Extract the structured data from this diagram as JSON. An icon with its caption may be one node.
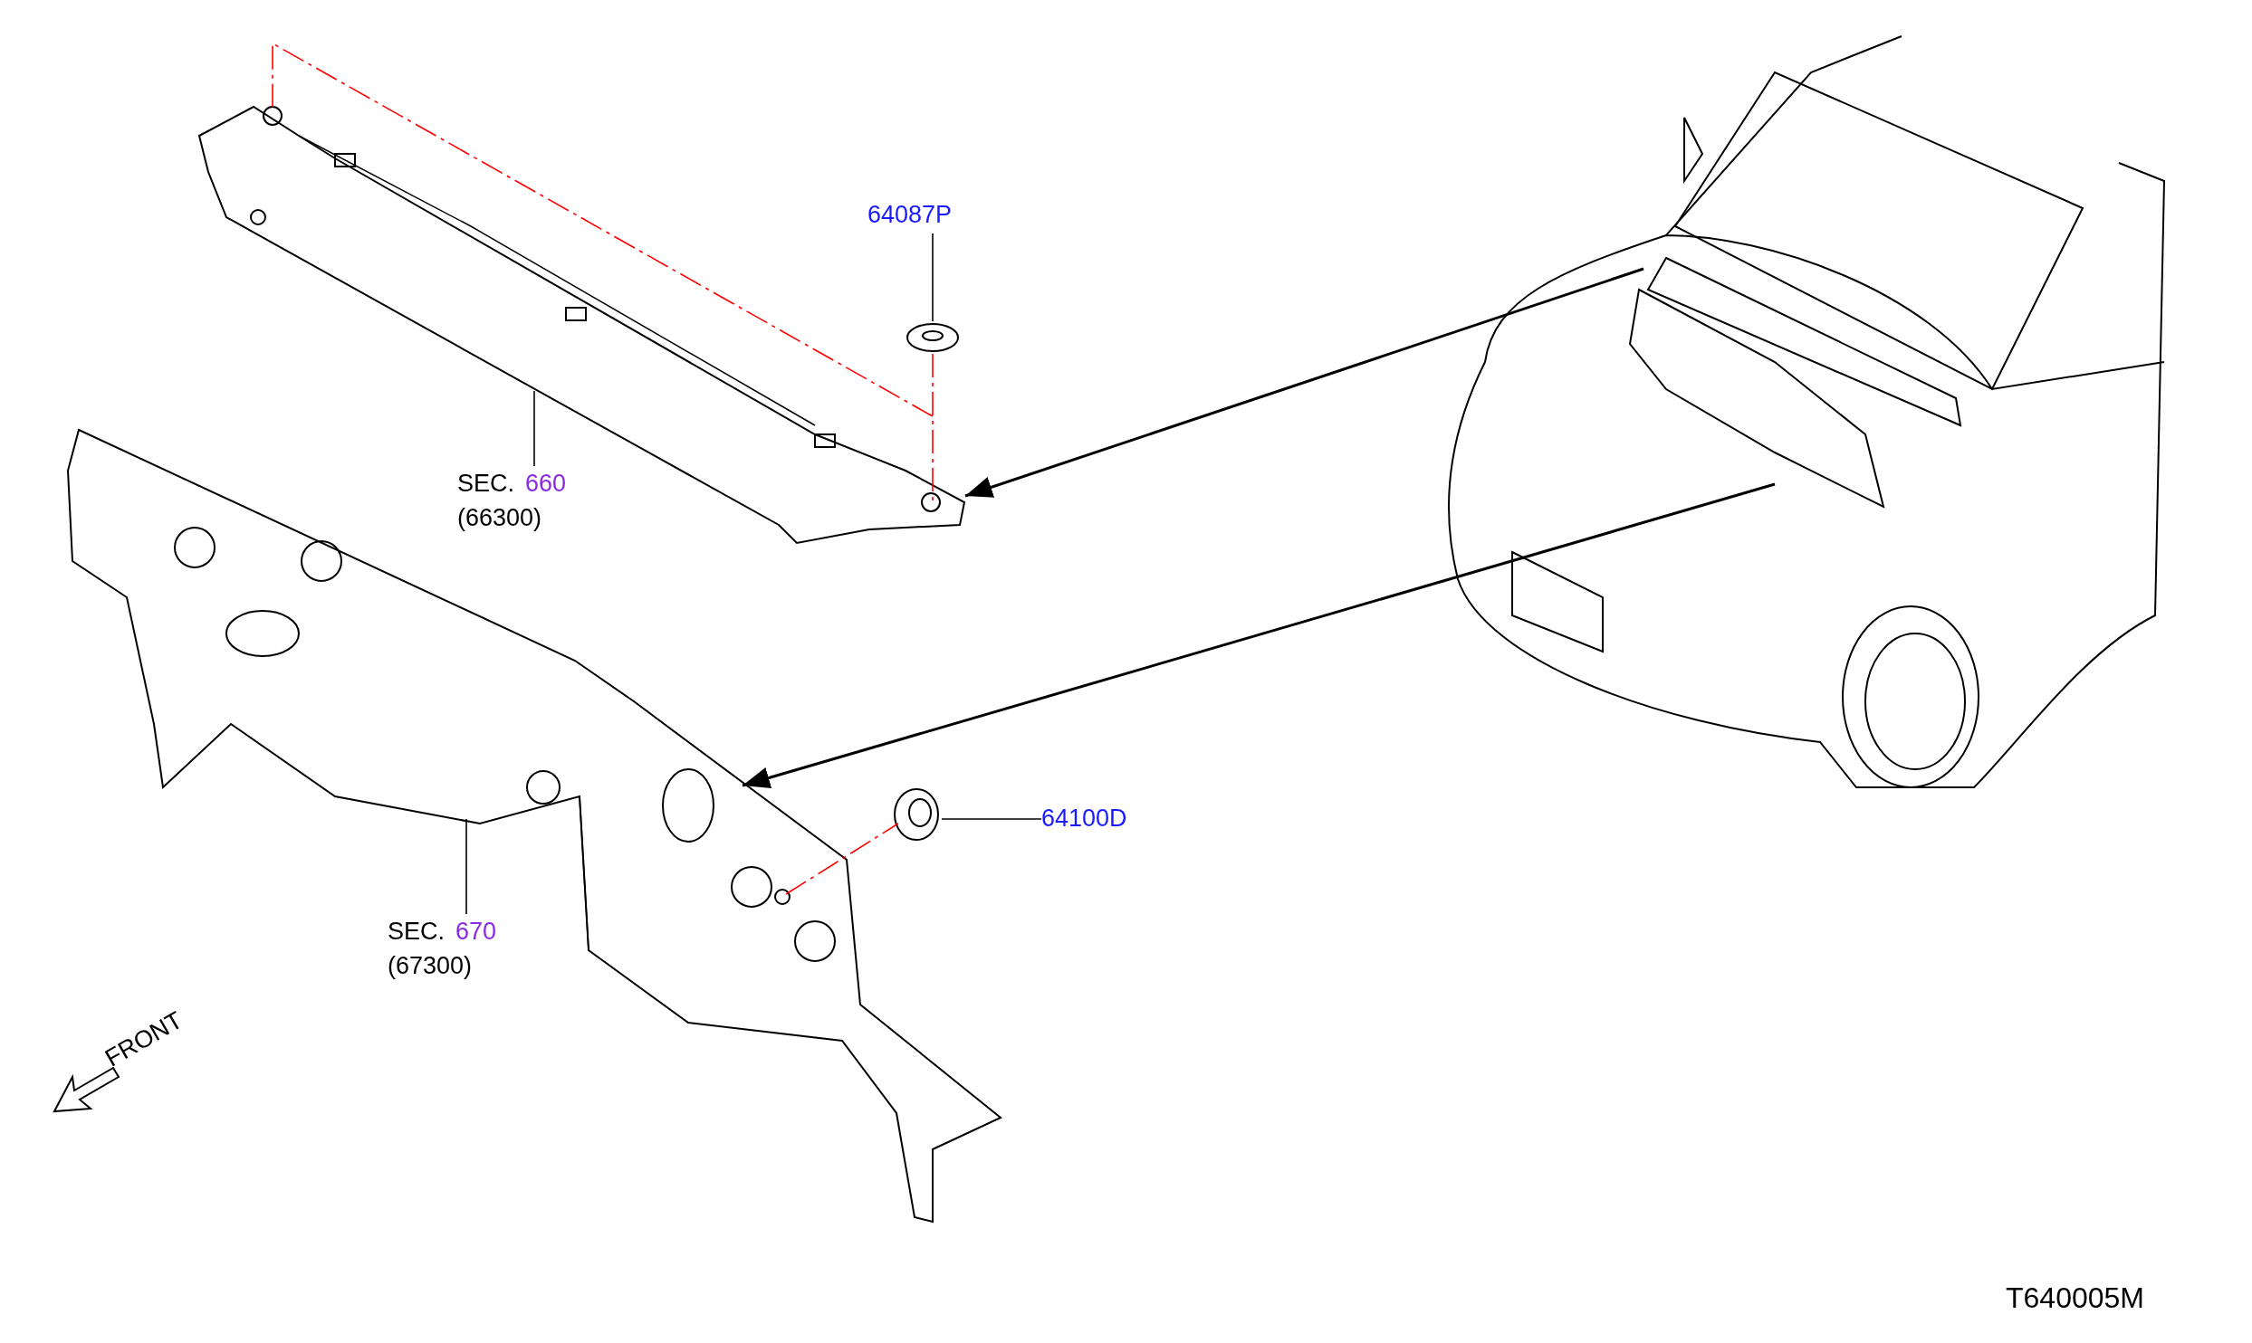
{
  "diagram": {
    "nodes": [
      {
        "text": [
          "64087P"
        ]
      },
      {
        "text": [],
        "shape": "picture"
      },
      {
        "text": [
          "SEC.",
          "660",
          "(66300)"
        ]
      },
      {
        "text": [],
        "shape": "picture"
      },
      {
        "text": [
          "SEC.",
          "670",
          "(67300)"
        ]
      },
      {
        "text": [],
        "shape": "picture"
      },
      {
        "text": [
          "64100D"
        ]
      },
      {
        "text": [],
        "shape": "picture"
      },
      {
        "text": [],
        "shape": "picture"
      }
    ],
    "edges": [
      {
        "from": 0,
        "to": 1,
        "arrow": "none"
      },
      {
        "from": 2,
        "to": 3,
        "arrow": "none"
      },
      {
        "from": 4,
        "to": 5,
        "arrow": "none"
      },
      {
        "from": 6,
        "to": 7,
        "arrow": "none"
      },
      {
        "from": 8,
        "to": 3,
        "arrow": "to"
      },
      {
        "from": 8,
        "to": 5,
        "arrow": "to"
      },
      {
        "from": 1,
        "to": 3,
        "arrow": "none",
        "style": "dashed",
        "color": "#ff0000"
      },
      {
        "from": 5,
        "to": 7,
        "arrow": "none",
        "style": "dashed",
        "color": "#ff0000"
      }
    ],
    "labels": [
      "FRONT",
      "T640005M"
    ]
  }
}
